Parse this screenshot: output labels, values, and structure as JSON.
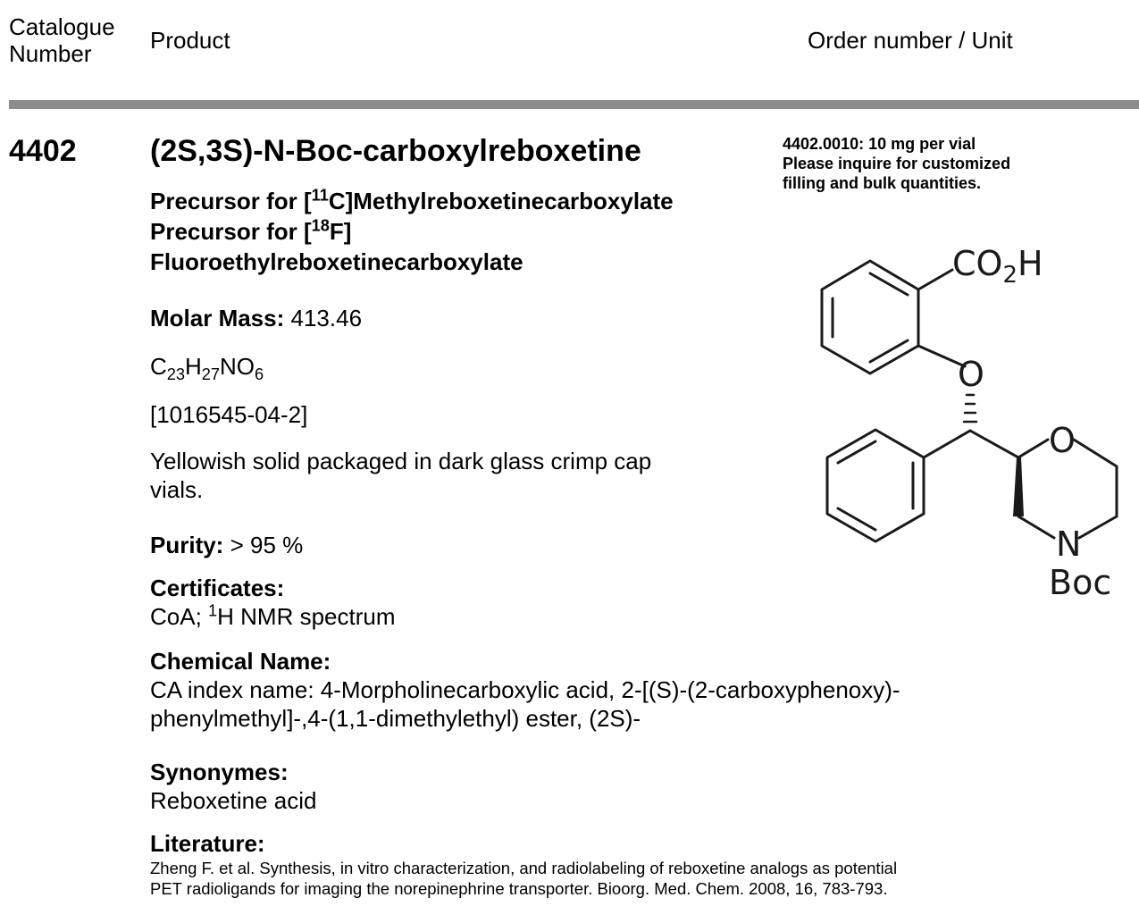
{
  "header": {
    "catalogue_line1": "Catalogue",
    "catalogue_line2": "Number",
    "product": "Product",
    "order": "Order number / Unit"
  },
  "product": {
    "catalogue_number": "4402",
    "name": "(2S,3S)-N-Boc-carboxylreboxetine",
    "precursor1_pre": "Precursor for [",
    "precursor1_sup": "11",
    "precursor1_post": "C]Methylreboxetinecarboxylate",
    "precursor2_pre": "Precursor for [",
    "precursor2_sup": "18",
    "precursor2_post": "F]",
    "precursor2_line2": "Fluoroethylreboxetinecarboxylate",
    "molar_mass_label": "Molar Mass:",
    "molar_mass_value": "413.46",
    "formula": {
      "c": "C",
      "c_n": "23",
      "h": "H",
      "h_n": "27",
      "no": "NO",
      "o_n": "6"
    },
    "cas": "[1016545-04-2]",
    "description_line1": "Yellowish solid packaged in dark glass crimp cap",
    "description_line2": "vials.",
    "purity_label": "Purity:",
    "purity_value": "> 95 %",
    "certificates_label": "Certificates:",
    "certificates_pre": "CoA; ",
    "certificates_sup": "1",
    "certificates_post": "H NMR spectrum",
    "chemical_name_label": "Chemical Name:",
    "chemical_name_line1": "CA index name: 4-Morpholinecarboxylic acid, 2-[(S)-(2-carboxyphenoxy)-",
    "chemical_name_line2": "phenylmethyl]-,4-(1,1-dimethylethyl) ester, (2S)-",
    "synonymes_label": "Synonymes:",
    "synonymes_value": "Reboxetine acid",
    "literature_label": "Literature:",
    "literature_line1": "Zheng F. et al. Synthesis, in vitro characterization, and radiolabeling of reboxetine analogs as potential",
    "literature_line2": "PET radioligands for imaging the norepinephrine transporter. Bioorg. Med. Chem. 2008, 16, 783-793."
  },
  "order": {
    "line1": "4402.0010: 10 mg per vial",
    "line2": "Please inquire for customized",
    "line3": "filling and bulk quantities."
  },
  "structure": {
    "co2h_co": "CO",
    "co2h_2": "2",
    "co2h_h": "H",
    "o_ether": "O",
    "o_ring": "O",
    "n_ring": "N",
    "boc": "Boc"
  }
}
